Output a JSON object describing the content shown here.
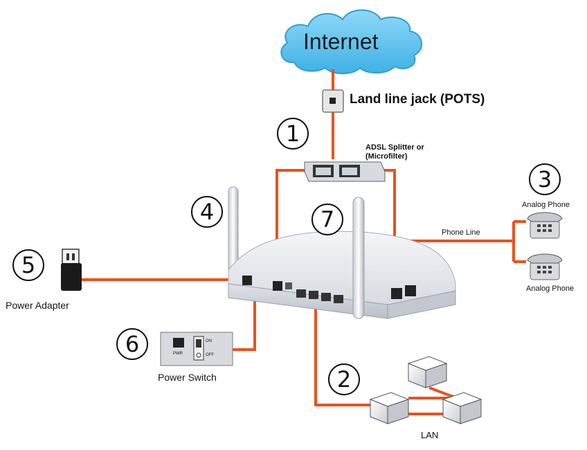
{
  "labels": {
    "internet": "Internet",
    "land_line_jack": "Land line jack (POTS)",
    "splitter_line1": "ADSL Splitter or",
    "splitter_line2": "(Microfilter)",
    "analog_phone_top": "Analog Phone",
    "analog_phone_bottom": "Analog Phone",
    "phone_line": "Phone Line",
    "power_adapter": "Power Adapter",
    "power_switch": "Power Switch",
    "lan": "LAN",
    "switch_on": "ON",
    "switch_off": "OFF",
    "switch_pwr": "PWR"
  },
  "callouts": {
    "splitter": "1",
    "lan": "2",
    "phone": "3",
    "antenna": "4",
    "adapter": "5",
    "switch": "6",
    "router": "7"
  },
  "colors": {
    "cable": "#e8531c",
    "cloud": "#5ec3ef",
    "cloud_text": "#1e1e1e",
    "router_body": "#e7e9ee",
    "router_shadow": "#c2c6cf"
  }
}
